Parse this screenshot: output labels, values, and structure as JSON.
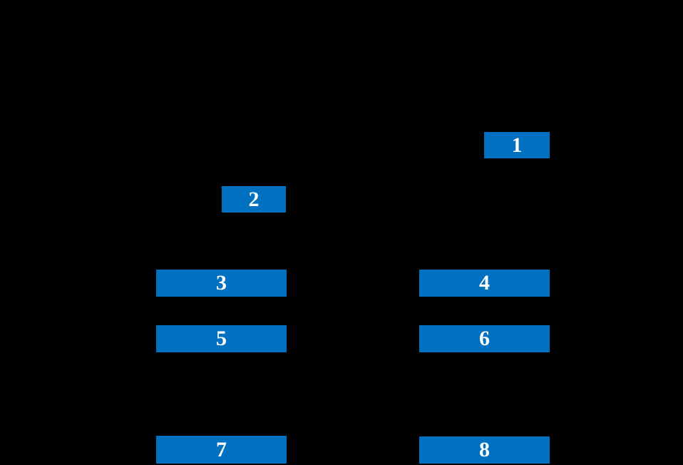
{
  "figure": {
    "background_color": "#000000",
    "box_fill_color": "#0070C0",
    "box_text_color": "#FFFFFF",
    "boxes": [
      {
        "label": "1"
      },
      {
        "label": "2"
      },
      {
        "label": "3"
      },
      {
        "label": "4"
      },
      {
        "label": "5"
      },
      {
        "label": "6"
      },
      {
        "label": "7"
      },
      {
        "label": "8"
      }
    ]
  }
}
